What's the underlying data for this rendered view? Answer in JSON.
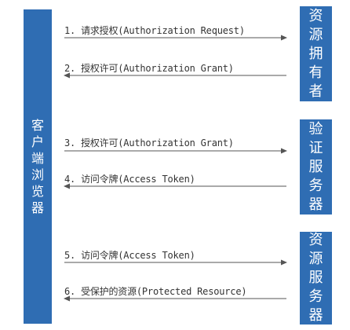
{
  "entities": {
    "client": "客户端浏览器",
    "resource_owner": "资源拥有者",
    "auth_server": "验证服务器",
    "resource_server": "资源服务器"
  },
  "messages": [
    {
      "label": "1. 请求授权(Authorization Request)",
      "direction": "right"
    },
    {
      "label": "2. 授权许可(Authorization Grant)",
      "direction": "left"
    },
    {
      "label": "3. 授权许可(Authorization Grant)",
      "direction": "right"
    },
    {
      "label": "4. 访问令牌(Access Token)",
      "direction": "left"
    },
    {
      "label": "5. 访问令牌(Access Token)",
      "direction": "right"
    },
    {
      "label": "6. 受保护的资源(Protected Resource)",
      "direction": "left"
    }
  ],
  "colors": {
    "box": "#2f6db3",
    "arrow": "#555555",
    "text": "#333333"
  }
}
